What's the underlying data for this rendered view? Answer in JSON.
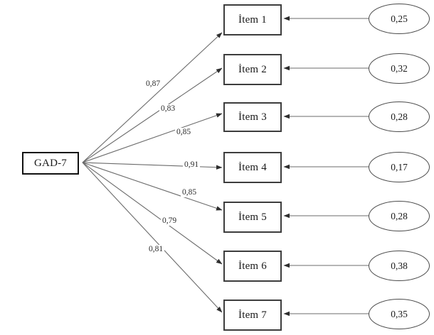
{
  "diagram": {
    "type": "cfa-path-diagram",
    "latent": {
      "label": "GAD-7"
    },
    "indicators": [
      {
        "label": "İtem 1",
        "loading": "0,87",
        "residual": "0,25"
      },
      {
        "label": "İtem 2",
        "loading": "0,83",
        "residual": "0,32"
      },
      {
        "label": "İtem 3",
        "loading": "0,85",
        "residual": "0,28"
      },
      {
        "label": "İtem 4",
        "loading": "0,91",
        "residual": "0,17"
      },
      {
        "label": "İtem 5",
        "loading": "0,85",
        "residual": "0,28"
      },
      {
        "label": "İtem 6",
        "loading": "0,79",
        "residual": "0,38"
      },
      {
        "label": "İtem 7",
        "loading": "0,81",
        "residual": "0,35"
      }
    ],
    "colors": {
      "stroke": "#3d3d3d",
      "line": "#6b6b6b",
      "text": "#1a1a1a",
      "background": "#ffffff"
    }
  }
}
